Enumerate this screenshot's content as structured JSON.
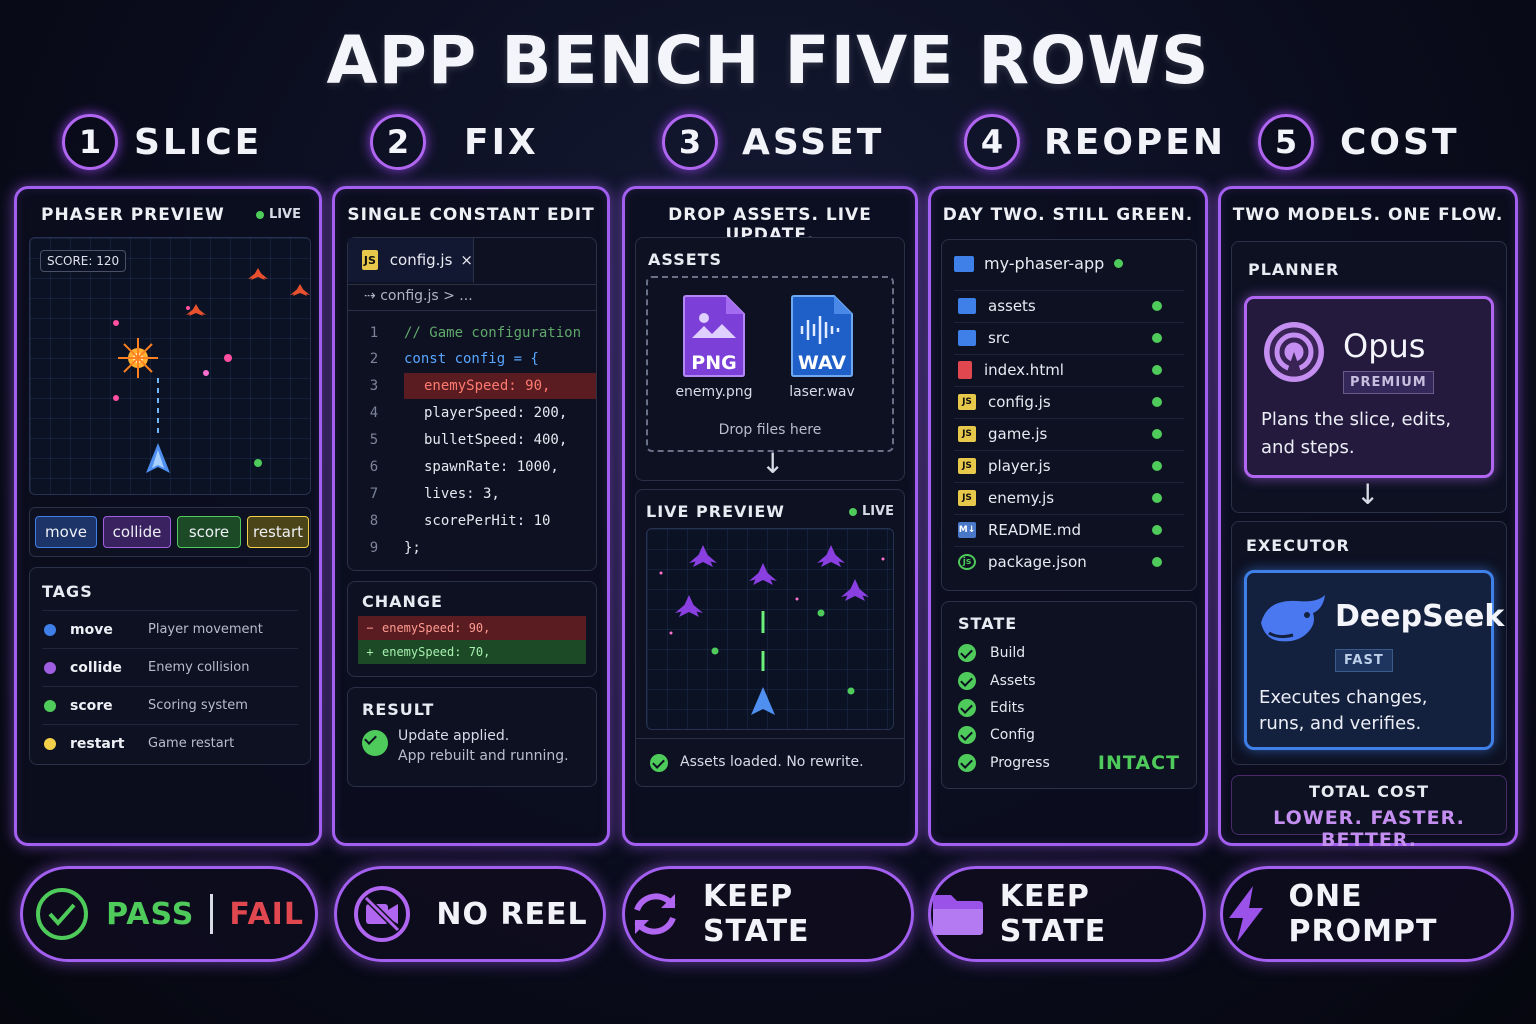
{
  "title": "APP BENCH FIVE ROWS",
  "columns": [
    {
      "num": "1",
      "name": "SLICE"
    },
    {
      "num": "2",
      "name": "FIX"
    },
    {
      "num": "3",
      "name": "ASSET"
    },
    {
      "num": "4",
      "name": "REOPEN"
    },
    {
      "num": "5",
      "name": "COST"
    }
  ],
  "slice": {
    "header": "PHASER PREVIEW",
    "live": "LIVE",
    "score": "SCORE: 120",
    "buttons": [
      "move",
      "collide",
      "score",
      "restart"
    ],
    "tags_label": "TAGS",
    "tags": [
      {
        "name": "move",
        "desc": "Player movement",
        "color": "#3f7fe8"
      },
      {
        "name": "collide",
        "desc": "Enemy collision",
        "color": "#a05fe0"
      },
      {
        "name": "score",
        "desc": "Scoring system",
        "color": "#4ecb5a"
      },
      {
        "name": "restart",
        "desc": "Game restart",
        "color": "#f2d04a"
      }
    ]
  },
  "fix": {
    "header": "SINGLE CONSTANT EDIT",
    "tab": "config.js",
    "tab_close": "×",
    "breadcrumb": "config.js > ...",
    "code": [
      {
        "n": "1",
        "t": "// Game configuration"
      },
      {
        "n": "2",
        "t": "const config = {"
      },
      {
        "n": "3",
        "t": "enemySpeed: 90,"
      },
      {
        "n": "4",
        "t": "playerSpeed: 200,"
      },
      {
        "n": "5",
        "t": "bulletSpeed: 400,"
      },
      {
        "n": "6",
        "t": "spawnRate: 1000,"
      },
      {
        "n": "7",
        "t": "lives: 3,"
      },
      {
        "n": "8",
        "t": "scorePerHit: 10"
      },
      {
        "n": "9",
        "t": "};"
      }
    ],
    "change_label": "CHANGE",
    "removed": "enemySpeed: 90,",
    "added": "enemySpeed: 70,",
    "result_label": "RESULT",
    "result_line1": "Update applied.",
    "result_line2": "App rebuilt and running."
  },
  "asset": {
    "header": "DROP ASSETS. LIVE UPDATE.",
    "assets_label": "ASSETS",
    "png_badge": "PNG",
    "png_name": "enemy.png",
    "wav_badge": "WAV",
    "wav_name": "laser.wav",
    "drop_text": "Drop files here",
    "preview_label": "LIVE PREVIEW",
    "live": "LIVE",
    "status": "Assets loaded. No rewrite."
  },
  "reopen": {
    "header": "DAY TWO. STILL GREEN.",
    "root": "my-phaser-app",
    "files": [
      {
        "name": "assets",
        "type": "folder"
      },
      {
        "name": "src",
        "type": "folder"
      },
      {
        "name": "index.html",
        "type": "html"
      },
      {
        "name": "config.js",
        "type": "js"
      },
      {
        "name": "game.js",
        "type": "js"
      },
      {
        "name": "player.js",
        "type": "js"
      },
      {
        "name": "enemy.js",
        "type": "js"
      },
      {
        "name": "README.md",
        "type": "md"
      },
      {
        "name": "package.json",
        "type": "json"
      }
    ],
    "state_label": "STATE",
    "state": [
      "Build",
      "Assets",
      "Edits",
      "Config",
      "Progress"
    ],
    "intact": "INTACT"
  },
  "cost": {
    "header": "TWO MODELS. ONE FLOW.",
    "planner_label": "PLANNER",
    "opus_name": "Opus",
    "opus_tier": "PREMIUM",
    "opus_desc1": "Plans the slice, edits,",
    "opus_desc2": "and steps.",
    "executor_label": "EXECUTOR",
    "ds_name": "DeepSeek",
    "ds_tier": "FAST",
    "ds_desc1": "Executes changes,",
    "ds_desc2": "runs, and verifies.",
    "total_label": "TOTAL COST",
    "total_value": "LOWER. FASTER. BETTER."
  },
  "pills": {
    "pass": "PASS",
    "fail": "FAIL",
    "no_reel": "NO REEL",
    "keep_state_1": "KEEP STATE",
    "keep_state_2": "KEEP STATE",
    "one_prompt": "ONE PROMPT"
  },
  "colors": {
    "accent": "#a25ff0",
    "green": "#4ecb5a",
    "red": "#e0474f",
    "blue": "#3f7fe8"
  },
  "icons": [
    "check-circle-icon",
    "no-video-icon",
    "refresh-icon",
    "folder-icon",
    "lightning-icon"
  ]
}
